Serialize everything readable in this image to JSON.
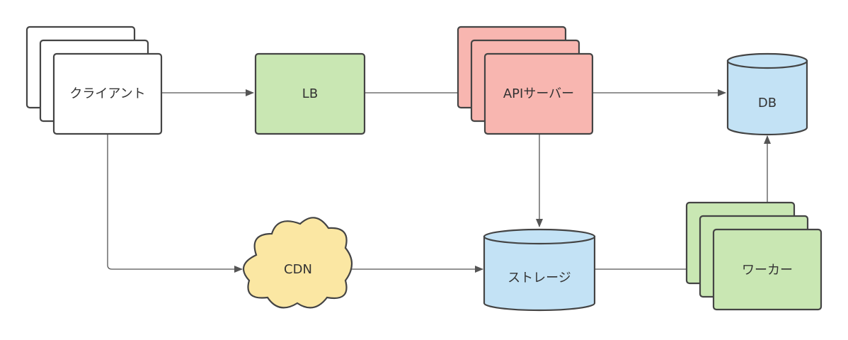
{
  "nodes": {
    "client": {
      "label": "クライアント"
    },
    "lb": {
      "label": "LB"
    },
    "api": {
      "label": "APIサーバー"
    },
    "db": {
      "label": "DB"
    },
    "cdn": {
      "label": "CDN"
    },
    "storage": {
      "label": "ストレージ"
    },
    "worker": {
      "label": "ワーカー"
    }
  },
  "colors": {
    "client_fill": "#ffffff",
    "lb_fill": "#c9e7b3",
    "api_fill": "#f8b6b0",
    "db_fill": "#c3e2f5",
    "cdn_fill": "#fbe7a3",
    "storage_fill": "#c3e2f5",
    "worker_fill": "#c9e7b3",
    "stroke": "#444444",
    "edge": "#555555"
  }
}
